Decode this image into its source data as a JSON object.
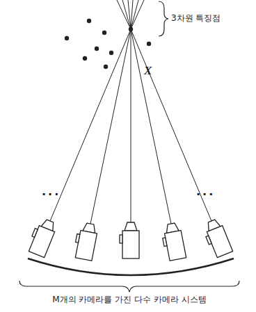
{
  "diagram": {
    "labels": [
      "3차원 특징점",
      "X",
      "...",
      "...",
      "M개의 카메라를 가진 다수 카메라 시스템"
    ]
  }
}
